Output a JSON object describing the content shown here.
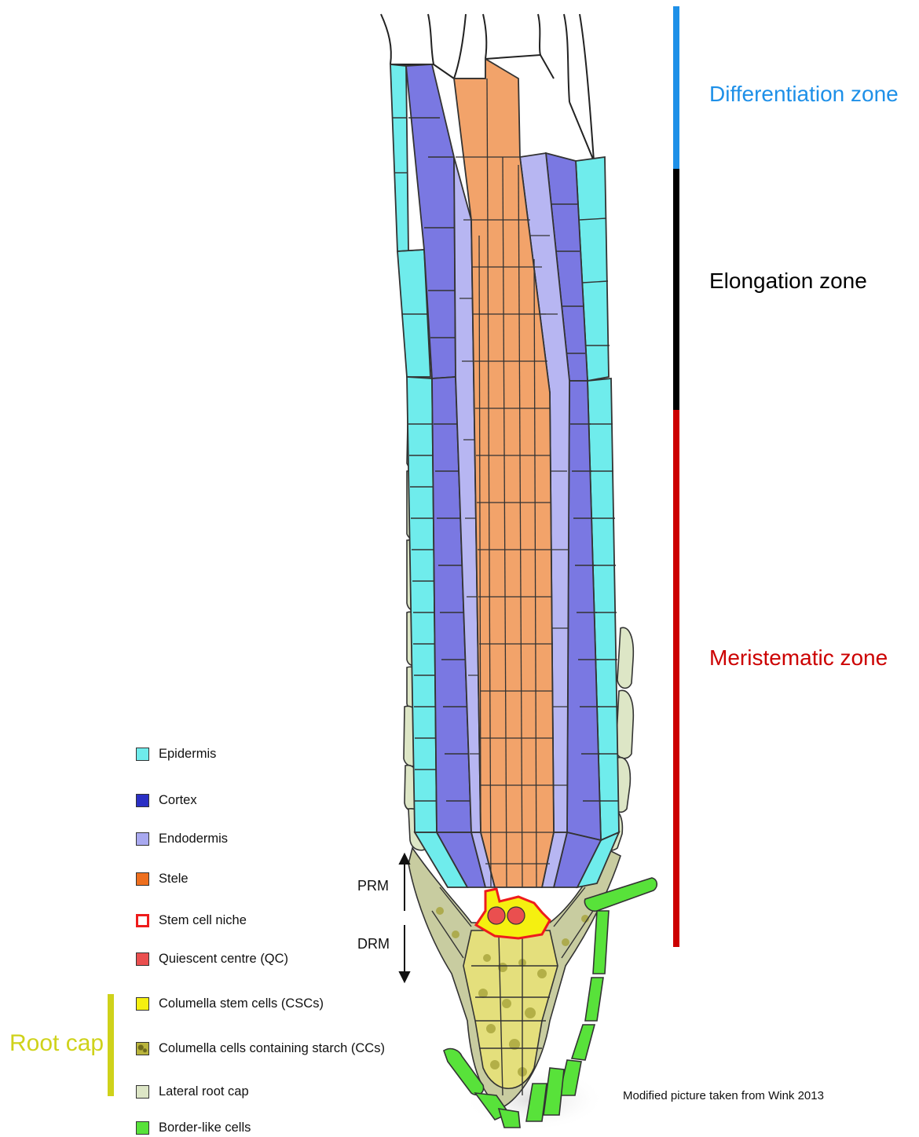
{
  "zones": [
    {
      "id": "differentiation",
      "label": "Differentiation zone",
      "color": "#1e90e8"
    },
    {
      "id": "elongation",
      "label": "Elongation zone",
      "color": "#000000"
    },
    {
      "id": "meristematic",
      "label": "Meristematic zone",
      "color": "#cc0000"
    }
  ],
  "markers": {
    "prm": "PRM",
    "drm": "DRM"
  },
  "root_cap": {
    "label": "Root cap",
    "color": "#cfd21a"
  },
  "legend": [
    {
      "label": "Epidermis",
      "color": "#6fecec",
      "icon": "square-swatch"
    },
    {
      "label": "Cortex",
      "color": "#2a2fc4",
      "icon": "square-swatch"
    },
    {
      "label": "Endodermis",
      "color": "#a9a9f0",
      "icon": "square-swatch"
    },
    {
      "label": "Stele",
      "color": "#ee6f1e",
      "icon": "square-swatch"
    },
    {
      "label": "Stem cell niche",
      "color": "#ee1c1c",
      "icon": "outline-swatch"
    },
    {
      "label": "Quiescent centre (QC)",
      "color": "#ea4f4f",
      "icon": "square-swatch"
    },
    {
      "label": "Columella stem cells (CSCs)",
      "color": "#f5f010",
      "icon": "square-swatch"
    },
    {
      "label": "Columella cells containing starch (CCs)",
      "color": "#b9b43c",
      "icon": "starch-swatch"
    },
    {
      "label": "Lateral root cap",
      "color": "#dde6c6",
      "icon": "square-swatch"
    },
    {
      "label": "Border-like cells",
      "color": "#58e23a",
      "icon": "square-swatch"
    }
  ],
  "credit": "Modified picture taken from Wink 2013"
}
